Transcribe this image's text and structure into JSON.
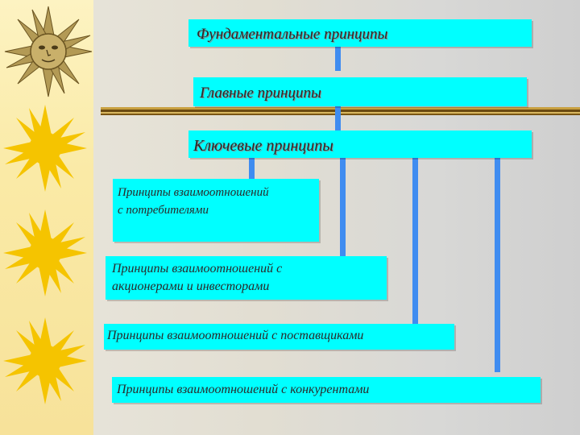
{
  "diagram": {
    "level1": "Фундаментальные принципы",
    "level2": "Главные принципы",
    "level3": "Ключевые принципы",
    "branches": [
      "Принципы взаимоотношений с потребителями",
      "Принципы взаимоотношений с акционерами и инвесторами",
      "Принципы взаимоотношений с поставщиками",
      "Принципы взаимоотношений с конкурентами"
    ]
  },
  "colors": {
    "box_fill": "#00ffff",
    "connector": "#3f8cf0",
    "sun_yellow": "#f5c400",
    "strip_bg": "#fbeeb0"
  },
  "icons": [
    "sun-face-icon",
    "sun-icon"
  ]
}
